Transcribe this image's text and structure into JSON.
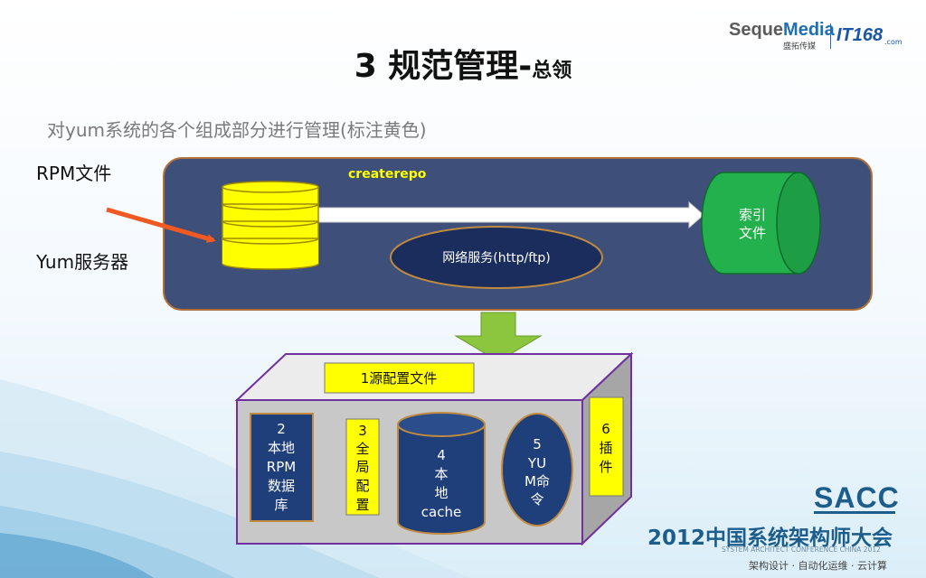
{
  "header": {
    "title_main": "3 规范管理-",
    "title_sub": "总领",
    "subtitle": "对yum系统的各个组成部分进行管理(标注黄色)"
  },
  "logos": {
    "seque_prefix": "Seque",
    "seque_suffix": "Media",
    "seque_cn": "盛拓传媒",
    "it_text": "IT168",
    "it_com": ".com"
  },
  "left_labels": {
    "rpm": "RPM文件",
    "yum_server": "Yum服务器"
  },
  "server_panel": {
    "createrepo_label": "createrepo",
    "network_service": "网络服务(http/ftp)",
    "index_file_lines": [
      "索引",
      "文件"
    ]
  },
  "client_box": {
    "source_config": "1源配置文件",
    "local_rpm_db_lines": [
      "2",
      "本地",
      "RPM",
      "数据",
      "库"
    ],
    "global_config_lines": [
      "3",
      "全",
      "局",
      "配",
      "置"
    ],
    "local_cache_lines": [
      "4",
      "本",
      "地",
      "cache"
    ],
    "yum_command_lines": [
      "5",
      "YU",
      "M命",
      "令"
    ],
    "plugin_lines": [
      "6",
      "插",
      "件"
    ]
  },
  "footer": {
    "sacc": "SACC",
    "conference_cn": "2012中国系统架构师大会",
    "conference_en": "SYSTEM ARCHITECT CONFERENCE CHINA 2012",
    "tagline": "架构设计 · 自动化运维 · 云计算"
  },
  "colors": {
    "panel_fill": "#3e507a",
    "panel_border": "#b0703a",
    "highlight_yellow": "#ffff00",
    "db_border": "#a08a00",
    "index_green": "#22b14c",
    "network_ellipse": "#1a2d5c",
    "box_purple": "#7030a0",
    "down_arrow_green": "#8cc63f",
    "red_arrow": "#f05a22"
  }
}
